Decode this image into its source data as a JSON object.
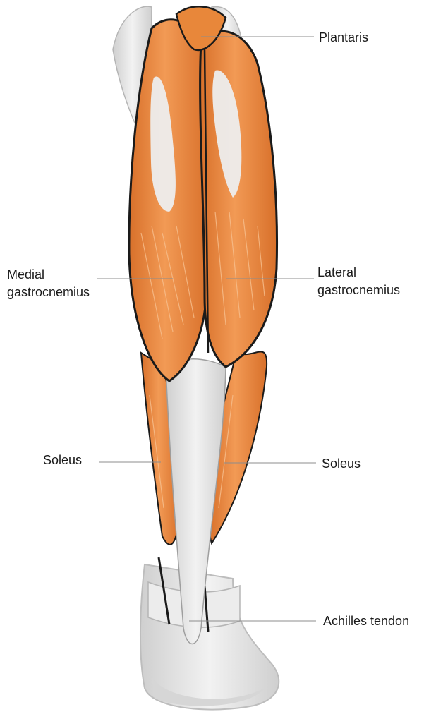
{
  "labels": {
    "plantaris": "Plantaris",
    "medial_line1": "Medial",
    "medial_line2": "gastrocnemius",
    "lateral_line1": "Lateral",
    "lateral_line2": "gastrocnemius",
    "soleus_left": "Soleus",
    "soleus_right": "Soleus",
    "achilles": "Achilles tendon"
  },
  "colors": {
    "muscle": "#e8873a",
    "muscle_dark": "#c0621f",
    "muscle_light": "#f5b07a",
    "tendon": "#e6e6e6",
    "tendon_shadow": "#bdbdbd",
    "outline": "#1a1a1a",
    "leader_line": "#8c8c8c"
  }
}
